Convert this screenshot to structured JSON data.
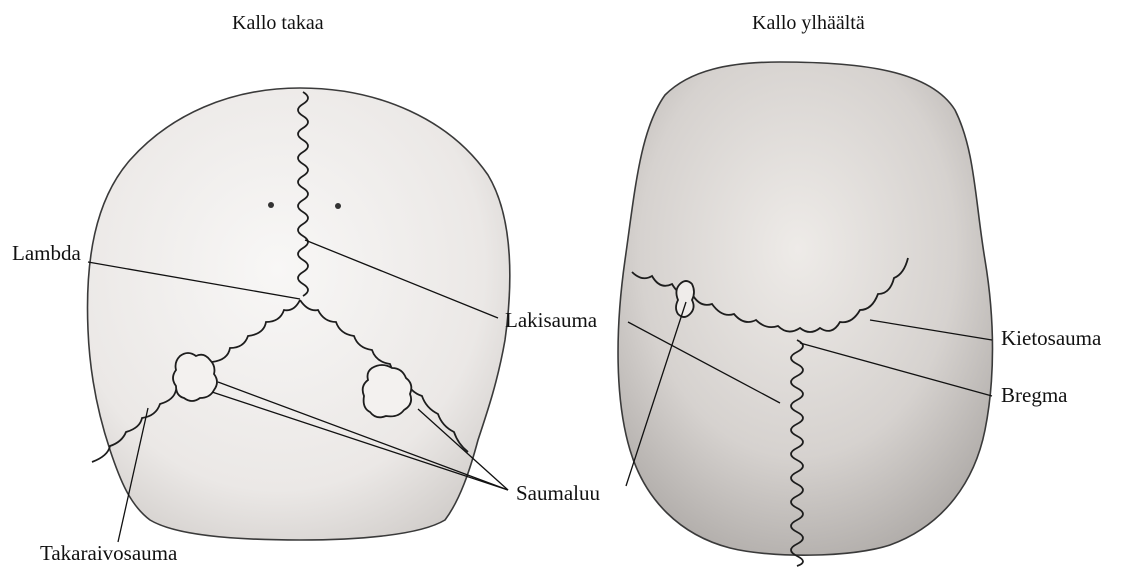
{
  "titles": {
    "back": "Kallo takaa",
    "top": "Kallo ylhäältä"
  },
  "labels": {
    "lambda": "Lambda",
    "lakisauma": "Lakisauma",
    "kietosauma": "Kietosauma",
    "bregma": "Bregma",
    "saumaluu": "Saumaluu",
    "takaraivosauma": "Takaraivosauma"
  },
  "colors": {
    "bone_light": "#f1efee",
    "bone_dark": "#c9c5c2",
    "outline": "#3a3a3a",
    "suture": "#1d1d1d",
    "leader": "#111111"
  }
}
